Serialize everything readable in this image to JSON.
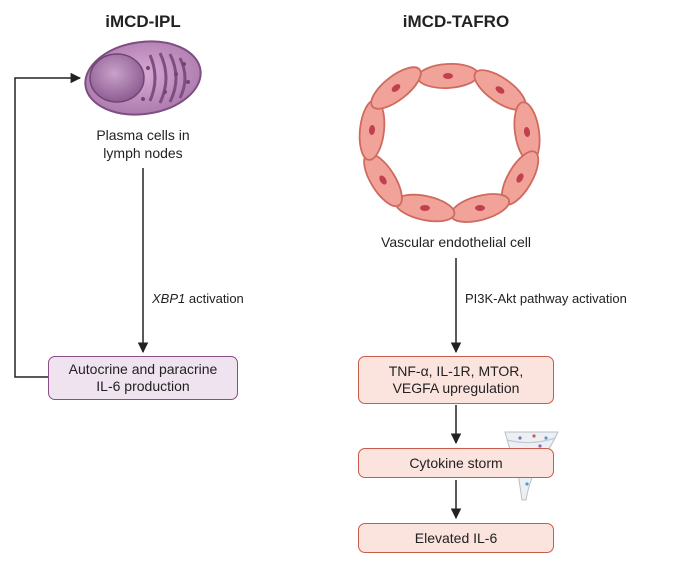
{
  "left": {
    "title": "iMCD-IPL",
    "cell_caption_line1": "Plasma cells in",
    "cell_caption_line2": "lymph nodes",
    "edge_label_gene": "XBP1",
    "edge_label_rest": " activation",
    "box_line1": "Autocrine and paracrine",
    "box_line2": "IL-6 production",
    "cell_icon": "plasma-cell-icon",
    "colors": {
      "border": "#8a4d86",
      "fill": "#efe3ef"
    }
  },
  "right": {
    "title": "iMCD-TAFRO",
    "cell_caption": "Vascular endothelial cell",
    "edge_label": "PI3K-Akt pathway activation",
    "box1_line1": "TNF-α, IL-1R, MTOR,",
    "box1_line2": "VEGFA upregulation",
    "box2": "Cytokine storm",
    "box3": "Elevated IL-6",
    "cell_icon": "endothelial-ring-icon",
    "storm_icon": "tornado-icon",
    "colors": {
      "border": "#c85b4b",
      "fill": "#fbe3de"
    }
  }
}
